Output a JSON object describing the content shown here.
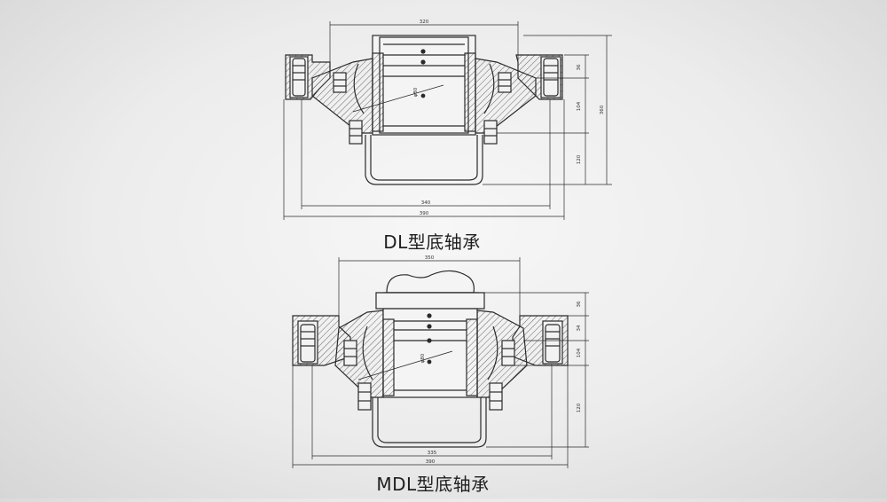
{
  "drawings": [
    {
      "caption": "DL型底轴承",
      "dims": {
        "top_width": "320",
        "bottom_inner": "340",
        "bottom_outer": "390",
        "h1": "36",
        "h2": "104",
        "h3": "120",
        "overall": "360",
        "bore": "φ80"
      }
    },
    {
      "caption": "MDL型底轴承",
      "dims": {
        "top_width": "350",
        "bottom_inner": "335",
        "bottom_outer": "390",
        "h1": "36",
        "h2": "34",
        "h3": "104",
        "h4": "120",
        "bore": "φ80"
      }
    }
  ],
  "colors": {
    "line": "#2a2a2a",
    "hatch": "#444444",
    "paper": "#f2f2f2"
  }
}
